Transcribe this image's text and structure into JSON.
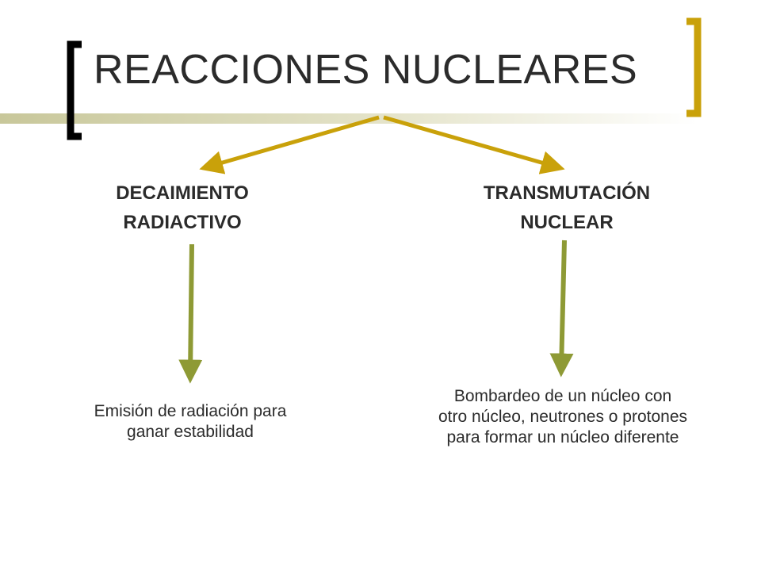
{
  "title": "REACCIONES NUCLEARES",
  "colors": {
    "bracket_left": "#000000",
    "bracket_right": "#c9a10a",
    "arrow_top": "#c9a10a",
    "arrow_down": "#8e9a35",
    "rule_gradient_start": "#c8c79a"
  },
  "branches": [
    {
      "heading": [
        "DECAIMIENTO",
        "RADIACTIVO"
      ],
      "description": [
        "Emisión de radiación para",
        "ganar estabilidad"
      ]
    },
    {
      "heading": [
        "TRANSMUTACIÓN",
        "NUCLEAR"
      ],
      "description": [
        "Bombardeo de un núcleo con",
        "otro núcleo, neutrones o protones",
        "para formar un núcleo diferente"
      ]
    }
  ]
}
